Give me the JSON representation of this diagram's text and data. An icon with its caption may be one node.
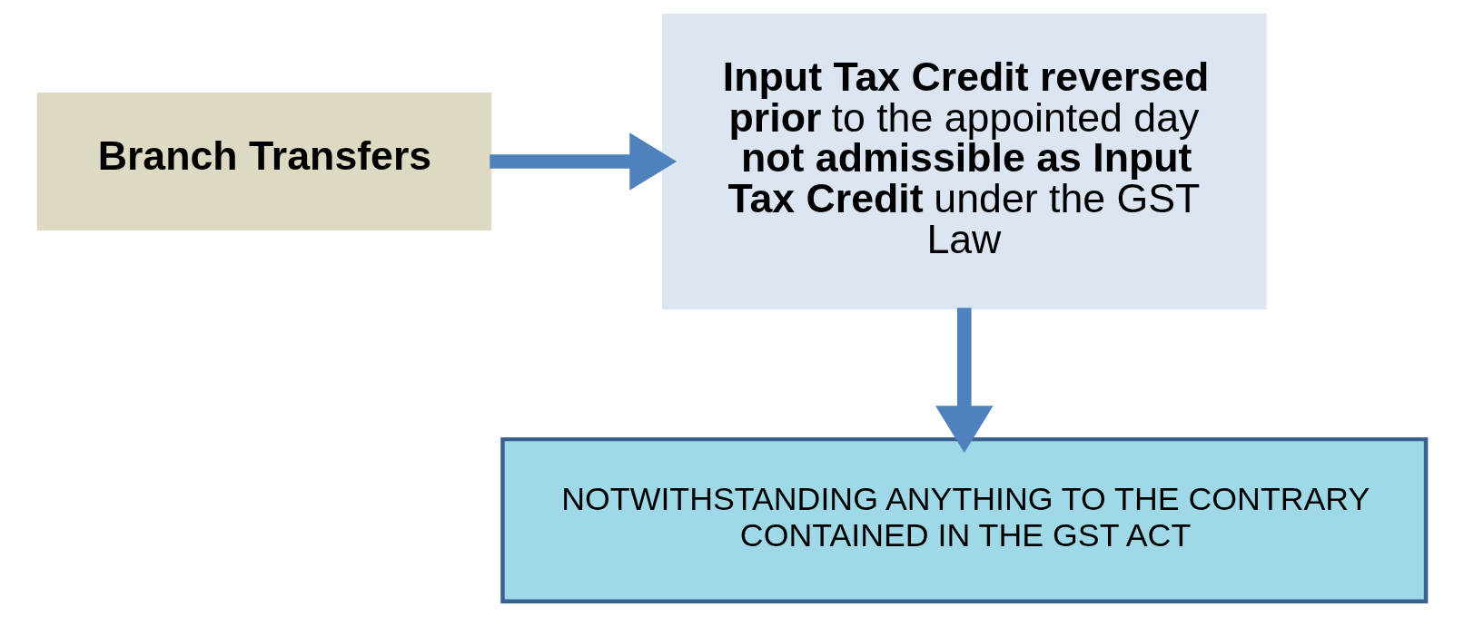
{
  "diagram": {
    "nodes": [
      {
        "text": [
          "**Branch Transfers**"
        ]
      },
      {
        "text": [
          "**Input Tax Credit reversed prior** to the appointed day **not admissible as Input Tax Credit** under the GST Law"
        ]
      },
      {
        "text": [
          "NOTWITHSTANDING ANYTHING TO THE CONTRARY CONTAINED IN THE GST ACT"
        ]
      }
    ],
    "edges": [
      {
        "from": 0,
        "to": 1,
        "arrow": "to"
      },
      {
        "from": 1,
        "to": 2,
        "arrow": "to"
      }
    ]
  }
}
